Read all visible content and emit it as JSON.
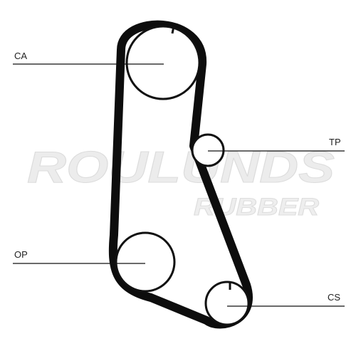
{
  "watermark": {
    "brand": "ROULUNDS",
    "sub": "RUBBER"
  },
  "pulleys": {
    "ca": {
      "label": "CA"
    },
    "tp": {
      "label": "TP"
    },
    "op": {
      "label": "OP"
    },
    "cs": {
      "label": "CS"
    }
  },
  "colors": {
    "belt": "#0d0d0d",
    "pulley": "#111111",
    "leader": "#111111",
    "background": "#ffffff"
  }
}
